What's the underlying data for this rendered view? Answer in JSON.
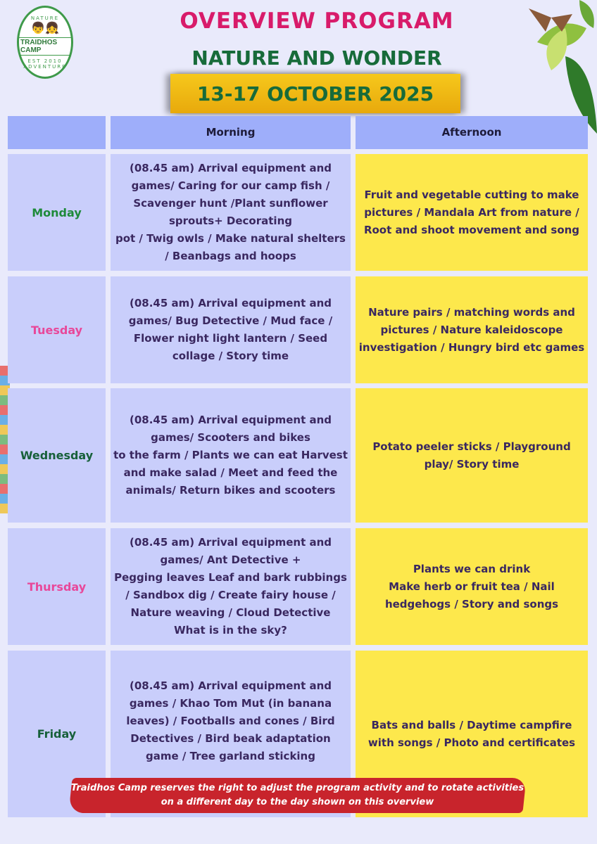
{
  "logo": {
    "top": "NATURE",
    "name": "TRAIDHOS CAMP",
    "est": "EST 2010",
    "bottom": "ADVENTURE"
  },
  "header": {
    "title": "OVERVIEW PROGRAM",
    "subtitle": "NATURE AND WONDER",
    "dates": "13-17 OCTOBER 2025"
  },
  "table": {
    "columns": [
      "",
      "Morning",
      "Afternoon"
    ],
    "rows": [
      {
        "day": "Monday",
        "color": "#1e8a3a",
        "morning": "(08.45 am) Arrival equipment and\ngames/ Caring for our camp fish /\nScavenger hunt /Plant sunflower\nsprouts+ Decorating\npot / Twig owls / Make natural shelters\n/ Beanbags and hoops",
        "afternoon": "Fruit and vegetable cutting to make\npictures / Mandala Art    from nature /\nRoot and shoot movement and song"
      },
      {
        "day": "Tuesday",
        "color": "#e8489a",
        "morning": "(08.45 am) Arrival equipment and\ngames/  Bug Detective / Mud face /\nFlower night light lantern / Seed\ncollage / Story time",
        "afternoon": "Nature pairs / matching words and\npictures / Nature kaleidoscope\ninvestigation / Hungry bird etc games"
      },
      {
        "day": "Wednesday",
        "color": "#17603a",
        "morning": "(08.45 am) Arrival equipment and\ngames/ Scooters and bikes\nto the farm / Plants we can eat Harvest\nand make salad / Meet and feed the\nanimals/ Return bikes and scooters",
        "afternoon": "Potato peeler sticks / Playground\nplay/ Story time"
      },
      {
        "day": "Thursday",
        "color": "#e8489a",
        "morning": "(08.45 am) Arrival equipment and\ngames/  Ant Detective +\nPegging leaves Leaf and bark rubbings\n/ Sandbox dig / Create fairy house /\nNature weaving / Cloud Detective\nWhat is in the sky?",
        "afternoon": "Plants we can drink\nMake herb or fruit tea / Nail\nhedgehogs / Story and songs"
      },
      {
        "day": "Friday",
        "color": "#17603a",
        "morning": "(08.45 am) Arrival equipment and\ngames / Khao Tom Mut (in banana\nleaves) / Footballs and cones / Bird\nDetectives / Bird beak adaptation\ngame / Tree garland sticking",
        "afternoon": "Bats and balls / Daytime campfire\nwith songs / Photo and certificates"
      }
    ]
  },
  "disclaimer": "Traidhos Camp reserves the right to adjust the program activity and to rotate activities\non a different day to the day shown on this overview"
}
